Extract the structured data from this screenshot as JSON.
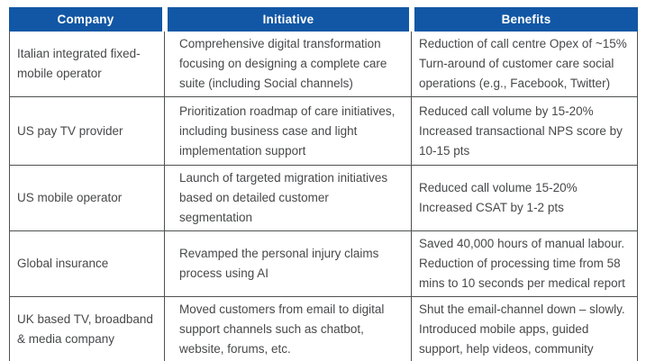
{
  "header": {
    "columns": [
      "Company",
      "Initiative",
      "Benefits"
    ]
  },
  "rows": [
    {
      "company": "Italian integrated fixed-mobile operator",
      "initiative": "Comprehensive digital transformation focusing on designing a complete care suite (including Social channels)",
      "benefits": [
        "Reduction of call centre Opex of ~15%",
        "Turn-around of customer care social operations (e.g., Facebook, Twitter)"
      ]
    },
    {
      "company": "US pay TV provider",
      "initiative": "Prioritization roadmap of care initiatives, including business case and light implementation support",
      "benefits": [
        "Reduced call volume by 15-20%",
        "Increased transactional NPS score by 10-15 pts"
      ]
    },
    {
      "company": "US mobile operator",
      "initiative": "Launch of targeted migration initiatives based on detailed customer segmentation",
      "benefits": [
        "Reduced call volume 15-20%",
        "Increased CSAT by 1-2 pts"
      ]
    },
    {
      "company": "Global insurance",
      "initiative": "Revamped the personal injury claims process using AI",
      "benefits": [
        "Saved 40,000 hours of manual labour.",
        "Reduction of processing time from 58 mins to 10 seconds per medical report"
      ]
    },
    {
      "company": "UK based TV, broadband & media company",
      "initiative": "Moved customers from email to digital support channels such as chatbot, website, forums, etc.",
      "benefits": [
        "Shut the email-channel down – slowly.",
        "Introduced mobile apps, guided support, help videos, community"
      ]
    }
  ],
  "colors": {
    "header_bg": "#1257A5",
    "header_text": "#FFFFFF",
    "body_text": "#47484A",
    "border": "#4F5052"
  }
}
